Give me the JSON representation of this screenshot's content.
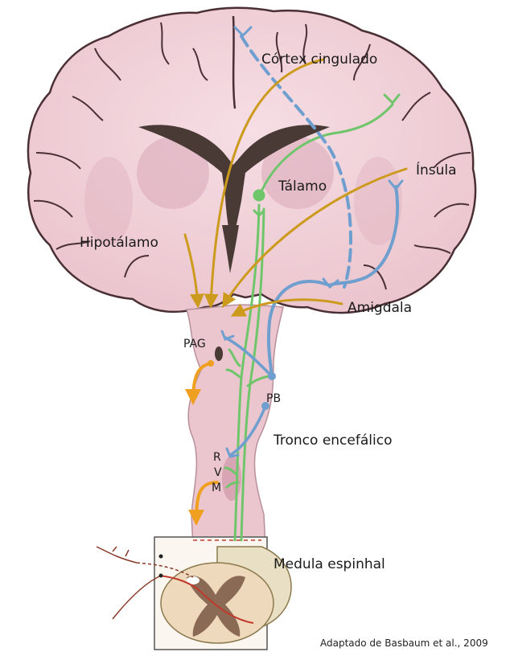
{
  "labels": {
    "cortex_cingulado": "Córtex cingulado",
    "insula": "Ínsula",
    "talamo": "Tálamo",
    "hipotalamo": "Hipotálamo",
    "amigdala": "Amigdala",
    "pag": "PAG",
    "pb": "PB",
    "tronco": "Tronco encefálico",
    "rvm_r": "R",
    "rvm_v": "V",
    "rvm_m": "M",
    "medula": "Medula espinhal"
  },
  "credit": "Adaptado de Basbaum et al., 2009",
  "colors": {
    "brain_fill": "#f2d5dc",
    "brain_outline": "#4a2f35",
    "ventricle": "#4a3a36",
    "ascending_pathway": "#6fc66a",
    "modulatory_pathway": "#6f9fcf",
    "descending_pathway": "#cc9a1c",
    "descending_output": "#f0a020",
    "spinal_grey": "#8b6a55",
    "spinal_white": "#e9dfc4"
  }
}
